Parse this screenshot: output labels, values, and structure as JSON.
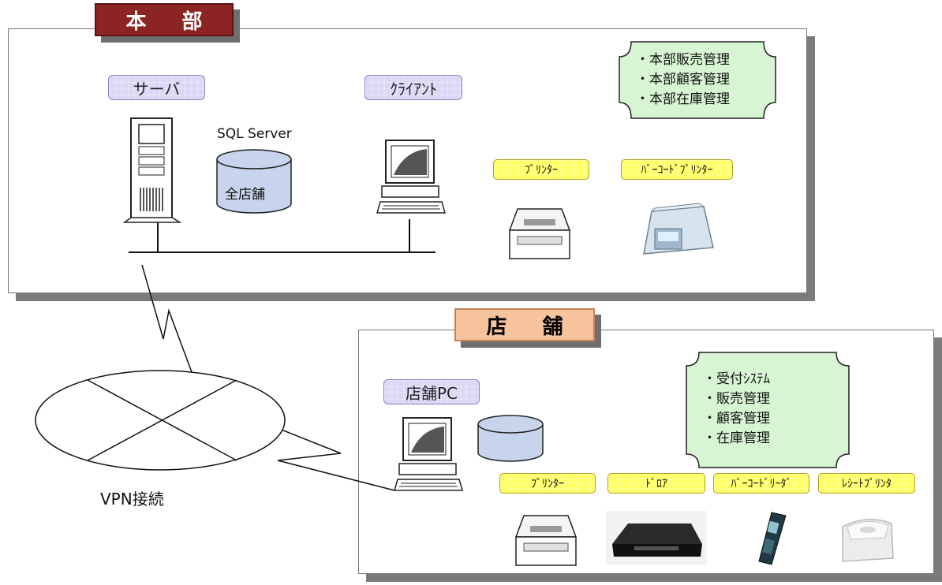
{
  "hq": {
    "title": "本  部",
    "server_label": "サーバ",
    "client_label": "ｸﾗｲｱﾝﾄ",
    "db_caption": "SQL Server",
    "db_label": "全店舗",
    "printer_label": "ﾌﾟﾘﾝﾀｰ",
    "barcode_printer_label": "ﾊﾞｰｺｰﾄﾞﾌﾟﾘﾝﾀｰ",
    "functions": [
      "・本部販売管理",
      "・本部顧客管理",
      "・本部在庫管理"
    ]
  },
  "store": {
    "title": "店  舗",
    "pc_label": "店舗PC",
    "printer_label": "ﾌﾟﾘﾝﾀｰ",
    "drawer_label": "ﾄﾞﾛｱ",
    "barcode_reader_label": "ﾊﾞｰｺｰﾄﾞﾘｰﾀﾞ",
    "receipt_printer_label": "ﾚｼｰﾄﾌﾟﾘﾝﾀ",
    "functions": [
      "・受付ｼｽﾃﾑ",
      "・販売管理",
      "・顧客管理",
      "・在庫管理"
    ]
  },
  "network": {
    "vpn_label": "VPN接続"
  },
  "colors": {
    "hq_title_bg": "#8c2424",
    "store_title_bg": "#f6c39d",
    "device_label_bg": "#ddd6f5",
    "peripheral_label_bg": "#ffff66",
    "function_box_bg": "#d7f5d2",
    "db_fill": "#c8d4ec"
  }
}
